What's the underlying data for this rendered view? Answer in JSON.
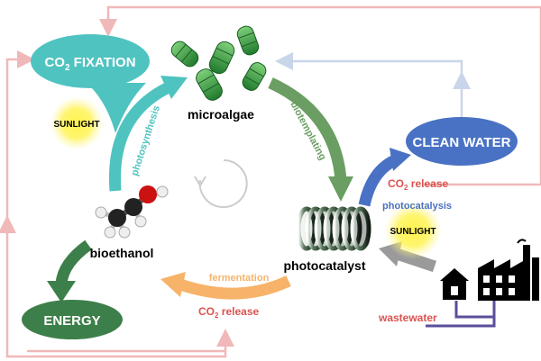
{
  "nodes": {
    "co2_fixation": {
      "prefix": "CO",
      "sub": "2",
      "suffix": " FIXATION"
    },
    "microalgae": "microalgae",
    "clean_water": "CLEAN WATER",
    "photocatalyst": "photocatalyst",
    "bioethanol": "bioethanol",
    "energy": "ENERGY",
    "wastewater": "wastewater",
    "sunlight_left": "SUNLIGHT",
    "sunlight_right": "SUNLIGHT"
  },
  "edges": {
    "photosynthesis": "photosynthesis",
    "biotemplating": "biotemplating",
    "photocatalysis": "photocatalysis",
    "fermentation": "fermentation",
    "co2_release_right": {
      "prefix": "CO",
      "sub": "2",
      "suffix": " release"
    },
    "co2_release_bottom": {
      "prefix": "CO",
      "sub": "2",
      "suffix": " release"
    }
  },
  "colors": {
    "teal": "#4fc3c0",
    "green_dark": "#3d7f4a",
    "green_mid": "#6a9e62",
    "blue": "#4a72c4",
    "orange": "#f7b36a",
    "gray_arrow": "#9a9a9a",
    "pink_line": "#f0b8b8",
    "light_blue_line": "#c9d6ea",
    "red_text": "#d9534f",
    "algae_green": "#3fa64a",
    "sun_yellow": "#fff34d",
    "dark_red_o": "#cc1111",
    "wastewater_line": "#5a4f9a"
  },
  "icons": [
    "microalgae-cluster-icon",
    "ethanol-molecule-icon",
    "photocatalyst-coil-icon",
    "factory-icon",
    "house-icon",
    "cycle-icon"
  ]
}
